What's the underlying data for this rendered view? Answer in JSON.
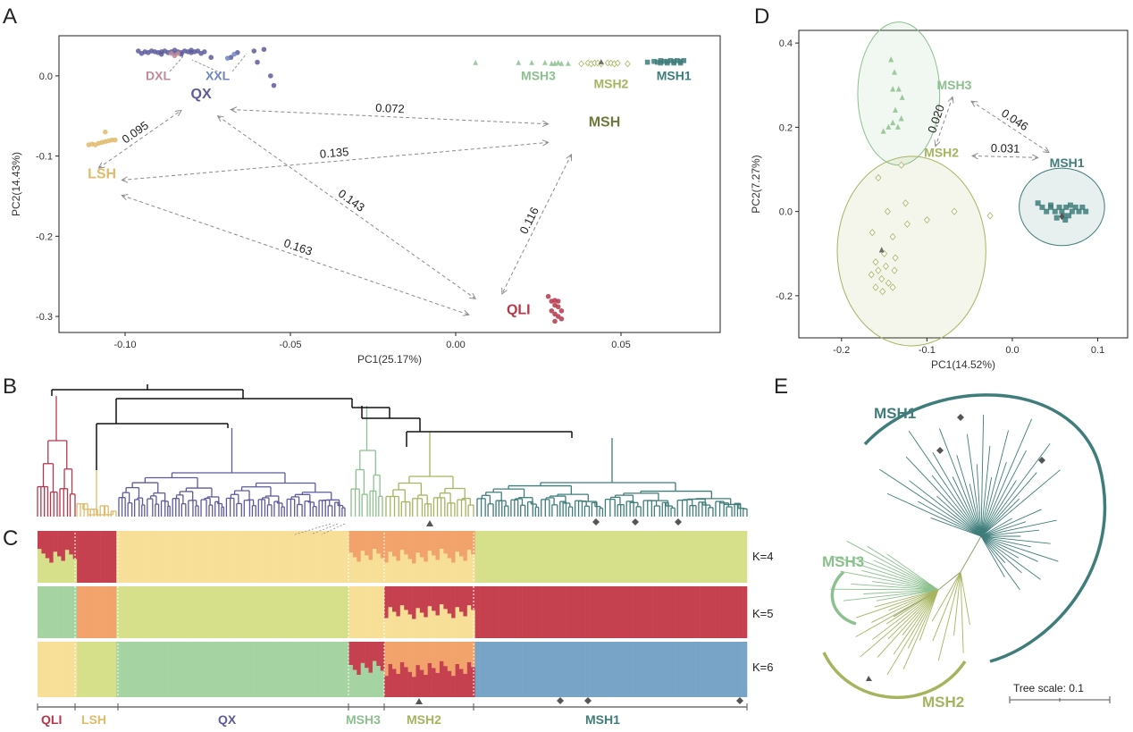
{
  "figure": {
    "panel_letters": [
      "A",
      "B",
      "C",
      "D",
      "E"
    ],
    "colors": {
      "QLI": "#b5384a",
      "LSH": "#e0bb6b",
      "QX": "#5c5a9c",
      "DXL": "#c08a98",
      "XXL": "#6f86c2",
      "MSH": "#6b7a3a",
      "MSH1": "#3e7d7a",
      "MSH2": "#a7b45f",
      "MSH3": "#8cc08e",
      "mark": "#555555"
    },
    "panelC": {
      "k_labels": [
        "K=4",
        "K=5",
        "K=6"
      ],
      "bottom_groups": [
        "QLI",
        "LSH",
        "QX",
        "MSH3",
        "MSH2",
        "MSH1"
      ]
    },
    "panelE": {
      "labels": [
        "MSH1",
        "MSH3",
        "MSH2"
      ],
      "scale_label": "Tree scale: 0.1"
    }
  },
  "chart_data": [
    {
      "type": "scatter",
      "panel": "A",
      "xlabel": "PC1(25.17%)",
      "ylabel": "PC2(14.43%)",
      "xlim": [
        -0.12,
        0.08
      ],
      "ylim": [
        -0.32,
        0.05
      ],
      "xticks": [
        "-0.10",
        "-0.05",
        "0.00",
        "0.05"
      ],
      "yticks": [
        "0.0",
        "-0.1",
        "-0.2",
        "-0.3"
      ],
      "group_labels": [
        {
          "name": "DXL",
          "x": -0.09,
          "y": -0.005
        },
        {
          "name": "XXL",
          "x": -0.072,
          "y": -0.005
        },
        {
          "name": "QX",
          "x": -0.077,
          "y": -0.028
        },
        {
          "name": "LSH",
          "x": -0.107,
          "y": -0.128
        },
        {
          "name": "MSH3",
          "x": 0.025,
          "y": -0.005
        },
        {
          "name": "MSH2",
          "x": 0.047,
          "y": -0.015
        },
        {
          "name": "MSH1",
          "x": 0.066,
          "y": -0.005
        },
        {
          "name": "MSH",
          "x": 0.045,
          "y": -0.063
        },
        {
          "name": "QLI",
          "x": 0.019,
          "y": -0.297
        }
      ],
      "distances": [
        {
          "value": "0.095",
          "from": [
            -0.108,
            -0.115
          ],
          "to": [
            -0.083,
            -0.043
          ]
        },
        {
          "value": "0.072",
          "from": [
            -0.068,
            -0.042
          ],
          "to": [
            0.028,
            -0.06
          ]
        },
        {
          "value": "0.135",
          "from": [
            -0.101,
            -0.13
          ],
          "to": [
            0.028,
            -0.083
          ]
        },
        {
          "value": "0.143",
          "from": [
            -0.072,
            -0.05
          ],
          "to": [
            0.006,
            -0.278
          ]
        },
        {
          "value": "0.163",
          "from": [
            -0.101,
            -0.149
          ],
          "to": [
            0.004,
            -0.298
          ]
        },
        {
          "value": "0.116",
          "from": [
            0.035,
            -0.098
          ],
          "to": [
            0.014,
            -0.272
          ]
        }
      ],
      "series": [
        {
          "name": "QX",
          "marker": "circle",
          "points": [
            [
              -0.096,
              0.031
            ],
            [
              -0.094,
              0.03
            ],
            [
              -0.093,
              0.029
            ],
            [
              -0.092,
              0.031
            ],
            [
              -0.091,
              0.03
            ],
            [
              -0.09,
              0.029
            ],
            [
              -0.089,
              0.03
            ],
            [
              -0.088,
              0.031
            ],
            [
              -0.087,
              0.029
            ],
            [
              -0.086,
              0.03
            ],
            [
              -0.085,
              0.028
            ],
            [
              -0.084,
              0.03
            ],
            [
              -0.083,
              0.029
            ],
            [
              -0.082,
              0.031
            ],
            [
              -0.081,
              0.03
            ],
            [
              -0.08,
              0.029
            ],
            [
              -0.079,
              0.03
            ],
            [
              -0.095,
              0.028
            ],
            [
              -0.089,
              0.027
            ],
            [
              -0.083,
              0.027
            ],
            [
              -0.077,
              0.028
            ],
            [
              -0.076,
              0.03
            ],
            [
              -0.085,
              0.032
            ],
            [
              -0.08,
              0.032
            ],
            [
              -0.078,
              0.031
            ],
            [
              -0.074,
              0.023
            ],
            [
              -0.066,
              0.029
            ],
            [
              -0.061,
              0.031
            ],
            [
              -0.06,
              0.017
            ],
            [
              -0.058,
              0.033
            ],
            [
              -0.056,
              0.0
            ],
            [
              -0.055,
              -0.012
            ],
            [
              -0.068,
              0.023
            ]
          ]
        },
        {
          "name": "DXL",
          "marker": "circle",
          "points": [
            [
              -0.086,
              0.028
            ],
            [
              -0.085,
              0.025
            ],
            [
              -0.084,
              0.028
            ]
          ]
        },
        {
          "name": "XXL",
          "marker": "circle",
          "points": [
            [
              -0.069,
              0.022
            ],
            [
              -0.067,
              0.027
            ]
          ]
        },
        {
          "name": "LSH",
          "marker": "circle",
          "points": [
            [
              -0.111,
              -0.086
            ],
            [
              -0.11,
              -0.085
            ],
            [
              -0.109,
              -0.086
            ],
            [
              -0.108,
              -0.084
            ],
            [
              -0.107,
              -0.083
            ],
            [
              -0.106,
              -0.082
            ],
            [
              -0.105,
              -0.081
            ],
            [
              -0.104,
              -0.08
            ],
            [
              -0.103,
              -0.08
            ],
            [
              -0.106,
              -0.07
            ]
          ]
        },
        {
          "name": "MSH3",
          "marker": "triangle",
          "points": [
            [
              0.006,
              0.016
            ],
            [
              0.019,
              0.016
            ],
            [
              0.023,
              0.016
            ],
            [
              0.027,
              0.016
            ],
            [
              0.029,
              0.015
            ],
            [
              0.03,
              0.015
            ],
            [
              0.031,
              0.016
            ],
            [
              0.032,
              0.015
            ],
            [
              0.034,
              0.015
            ]
          ]
        },
        {
          "name": "MSH2",
          "marker": "diamond-open",
          "points": [
            [
              0.038,
              0.015
            ],
            [
              0.04,
              0.016
            ],
            [
              0.041,
              0.015
            ],
            [
              0.042,
              0.016
            ],
            [
              0.043,
              0.016
            ],
            [
              0.044,
              0.015
            ],
            [
              0.046,
              0.016
            ],
            [
              0.047,
              0.016
            ],
            [
              0.048,
              0.015
            ],
            [
              0.049,
              0.016
            ],
            [
              0.052,
              0.015
            ]
          ]
        },
        {
          "name": "MSH1",
          "marker": "square",
          "points": [
            [
              0.058,
              0.017
            ],
            [
              0.06,
              0.018
            ],
            [
              0.061,
              0.017
            ],
            [
              0.062,
              0.019
            ],
            [
              0.063,
              0.018
            ],
            [
              0.064,
              0.018
            ],
            [
              0.065,
              0.019
            ],
            [
              0.066,
              0.018
            ],
            [
              0.067,
              0.019
            ],
            [
              0.068,
              0.018
            ],
            [
              0.069,
              0.019
            ],
            [
              0.062,
              0.016
            ],
            [
              0.064,
              0.016
            ],
            [
              0.066,
              0.016
            ],
            [
              0.068,
              0.016
            ]
          ]
        },
        {
          "name": "QLI",
          "marker": "circle",
          "points": [
            [
              0.028,
              -0.275
            ],
            [
              0.029,
              -0.281
            ],
            [
              0.03,
              -0.28
            ],
            [
              0.031,
              -0.281
            ],
            [
              0.03,
              -0.286
            ],
            [
              0.031,
              -0.288
            ],
            [
              0.03,
              -0.297
            ],
            [
              0.031,
              -0.3
            ],
            [
              0.032,
              -0.303
            ],
            [
              0.03,
              -0.306
            ],
            [
              0.029,
              -0.293
            ],
            [
              0.032,
              -0.293
            ]
          ]
        }
      ],
      "special_points": [
        {
          "x": 0.044,
          "y": 0.017,
          "marker": "triangle"
        }
      ]
    },
    {
      "type": "scatter",
      "panel": "D",
      "xlabel": "PC1(14.52%)",
      "ylabel": "PC2(7.27%)",
      "xlim": [
        -0.25,
        0.135
      ],
      "ylim": [
        -0.3,
        0.43
      ],
      "xticks": [
        "-0.2",
        "-0.1",
        "0.0",
        "0.1"
      ],
      "yticks": [
        "0.4",
        "0.2",
        "0.0",
        "-0.2"
      ],
      "group_labels": [
        {
          "name": "MSH3",
          "x": -0.068,
          "y": 0.29
        },
        {
          "name": "MSH2",
          "x": -0.083,
          "y": 0.13
        },
        {
          "name": "MSH1",
          "x": 0.064,
          "y": 0.105
        }
      ],
      "distances": [
        {
          "value": "0.020",
          "from": [
            -0.07,
            0.272
          ],
          "to": [
            -0.09,
            0.155
          ]
        },
        {
          "value": "0.031",
          "from": [
            -0.047,
            0.132
          ],
          "to": [
            0.03,
            0.128
          ]
        },
        {
          "value": "0.046",
          "from": [
            -0.048,
            0.262
          ],
          "to": [
            0.043,
            0.14
          ]
        }
      ],
      "ellipses": [
        {
          "group": "MSH3",
          "cx": -0.133,
          "cy": 0.28,
          "rx": 0.048,
          "ry": 0.17
        },
        {
          "group": "MSH2",
          "cx": -0.118,
          "cy": -0.094,
          "rx": 0.087,
          "ry": 0.225
        },
        {
          "group": "MSH1",
          "cx": 0.058,
          "cy": 0.011,
          "rx": 0.05,
          "ry": 0.092
        }
      ],
      "series": [
        {
          "name": "MSH3",
          "marker": "triangle",
          "points": [
            [
              -0.142,
              0.36
            ],
            [
              -0.138,
              0.33
            ],
            [
              -0.133,
              0.29
            ],
            [
              -0.14,
              0.29
            ],
            [
              -0.129,
              0.27
            ],
            [
              -0.137,
              0.24
            ],
            [
              -0.13,
              0.22
            ],
            [
              -0.14,
              0.21
            ],
            [
              -0.134,
              0.2
            ],
            [
              -0.151,
              0.19
            ],
            [
              -0.145,
              0.2
            ]
          ]
        },
        {
          "name": "MSH2",
          "marker": "diamond-open",
          "points": [
            [
              -0.13,
              0.11
            ],
            [
              -0.157,
              0.08
            ],
            [
              -0.125,
              0.02
            ],
            [
              -0.146,
              0.0
            ],
            [
              -0.123,
              -0.03
            ],
            [
              -0.164,
              -0.05
            ],
            [
              -0.14,
              -0.06
            ],
            [
              -0.15,
              -0.1
            ],
            [
              -0.137,
              -0.11
            ],
            [
              -0.16,
              -0.12
            ],
            [
              -0.148,
              -0.13
            ],
            [
              -0.138,
              -0.14
            ],
            [
              -0.165,
              -0.15
            ],
            [
              -0.153,
              -0.16
            ],
            [
              -0.145,
              -0.17
            ],
            [
              -0.16,
              -0.18
            ],
            [
              -0.152,
              -0.19
            ],
            [
              -0.14,
              -0.18
            ],
            [
              -0.157,
              -0.14
            ],
            [
              -0.068,
              0.0
            ],
            [
              -0.026,
              -0.01
            ],
            [
              -0.1,
              -0.02
            ]
          ]
        },
        {
          "name": "MSH1",
          "marker": "square",
          "points": [
            [
              0.03,
              0.02
            ],
            [
              0.035,
              0.01
            ],
            [
              0.04,
              0.0
            ],
            [
              0.045,
              0.01
            ],
            [
              0.05,
              0.0
            ],
            [
              0.055,
              0.01
            ],
            [
              0.058,
              0.0
            ],
            [
              0.06,
              -0.01
            ],
            [
              0.063,
              0.01
            ],
            [
              0.066,
              -0.01
            ],
            [
              0.07,
              0.0
            ],
            [
              0.074,
              0.01
            ],
            [
              0.078,
              0.0
            ],
            [
              0.082,
              0.01
            ],
            [
              0.086,
              0.0
            ],
            [
              0.052,
              -0.015
            ],
            [
              0.062,
              -0.02
            ],
            [
              0.045,
              0.015
            ],
            [
              0.068,
              0.015
            ]
          ]
        }
      ],
      "special_points": [
        {
          "x": -0.153,
          "y": -0.092,
          "marker": "triangle"
        },
        {
          "x": 0.058,
          "y": -0.012,
          "marker": "diamond"
        }
      ]
    }
  ]
}
